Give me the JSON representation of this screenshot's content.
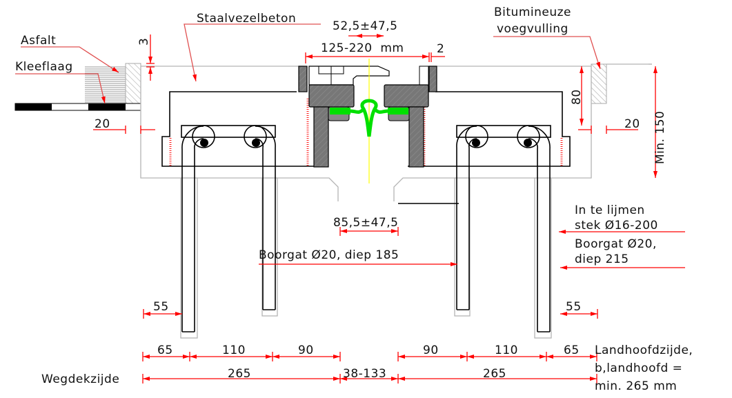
{
  "labels": {
    "asfalt": "Asfalt",
    "kleeflaag": "Kleeflaag",
    "staalvezelbeton": "Staalvezelbeton",
    "gap_top": "52,5±47,5",
    "width_range": "125-220  mm",
    "dim_2": "2",
    "dim_3": "3",
    "bitumineuze_1": "Bitumineuze",
    "bitumineuze_2": "voegvulling",
    "dim_80": "80",
    "dim_20_left": "20",
    "dim_20_right": "20",
    "min_150": "Min. 150",
    "gap_bottom": "85,5±47,5",
    "boorgat_left": "Boorgat Ø20, diep 185",
    "lijmen_1": "In te lijmen",
    "lijmen_2": "stek Ø16-200",
    "boorgat_right_1": "Boorgat Ø20,",
    "boorgat_right_2": "diep 215",
    "dim_55_left": "55",
    "dim_55_right": "55",
    "row1": [
      "65",
      "110",
      "90",
      "90",
      "110",
      "65"
    ],
    "row2": [
      "265",
      "38-133",
      "265"
    ],
    "wegdekzijde": "Wegdekzijde",
    "landhoofd_1": "Landhoofdzijde,",
    "landhoofd_2": "b,landhoofd =",
    "landhoofd_3": "min. 265 mm"
  },
  "colors": {
    "dimension": "#ff0000",
    "seal": "#00e000",
    "axis": "#ffff00",
    "steel": "#7a7a7a"
  }
}
